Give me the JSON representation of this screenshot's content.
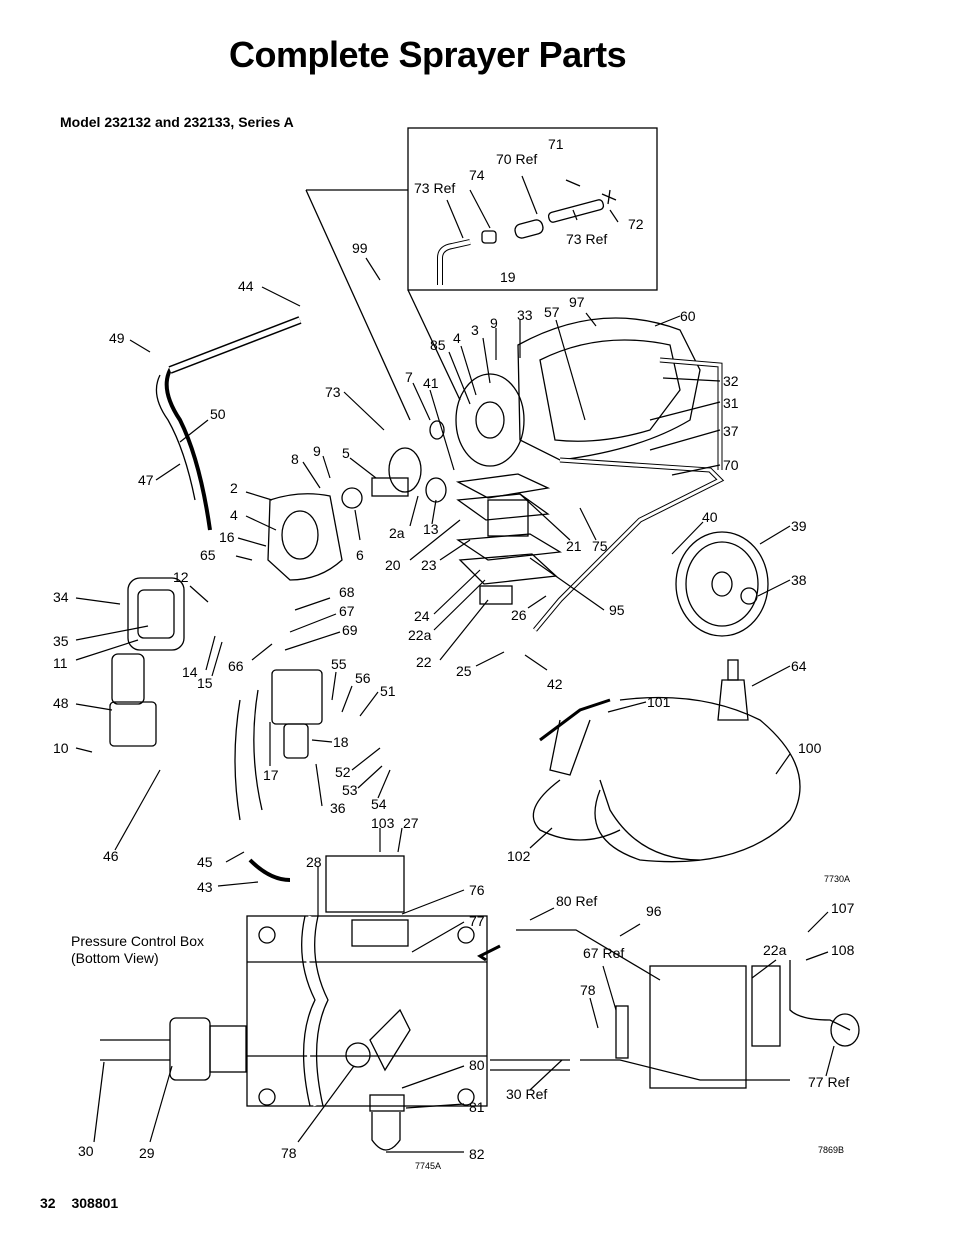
{
  "title": "Complete Sprayer Parts",
  "model": "Model  232132 and 232133, Series A",
  "footer": {
    "page": "32",
    "doc": "308801"
  },
  "drawing_numbers": [
    "7730A",
    "7745A",
    "7869B"
  ],
  "pressure_box_label": [
    "Pressure Control Box",
    "(Bottom View)"
  ],
  "callouts": [
    "71",
    "70 Ref",
    "74",
    "73 Ref",
    "72",
    "73 Ref",
    "19",
    "99",
    "44",
    "97",
    "60",
    "49",
    "33",
    "57",
    "9",
    "3",
    "4",
    "85",
    "32",
    "7",
    "41",
    "73",
    "31",
    "50",
    "37",
    "47",
    "70",
    "9",
    "8",
    "5",
    "2",
    "40",
    "39",
    "4",
    "16",
    "2a",
    "13",
    "21",
    "75",
    "20",
    "23",
    "6",
    "65",
    "12",
    "38",
    "34",
    "68",
    "67",
    "24",
    "26",
    "95",
    "22a",
    "69",
    "35",
    "11",
    "22",
    "25",
    "14",
    "15",
    "66",
    "55",
    "56",
    "64",
    "51",
    "42",
    "48",
    "101",
    "10",
    "18",
    "100",
    "52",
    "53",
    "17",
    "54",
    "36",
    "46",
    "103",
    "27",
    "102",
    "28",
    "45",
    "43",
    "76",
    "77",
    "80 Ref",
    "96",
    "107",
    "22a",
    "108",
    "67 Ref",
    "78",
    "80",
    "77 Ref",
    "30 Ref",
    "81",
    "30",
    "29",
    "78",
    "82"
  ]
}
